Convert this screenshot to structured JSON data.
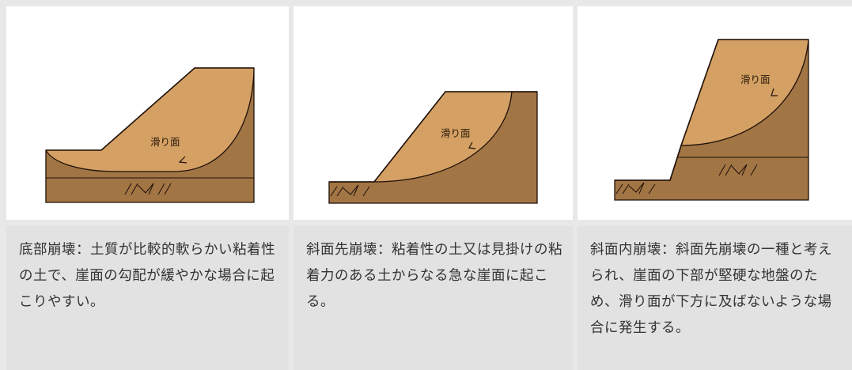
{
  "panels": [
    {
      "label": "滑り面",
      "caption": "底部崩壊：土質が比較的軟らかい粘着性の土で、崖面の勾配が緩やかな場合に起こりやすい。"
    },
    {
      "label": "滑り面",
      "caption": "斜面先崩壊：粘着性の土又は見掛けの粘着力のある土からなる急な崖面に起こる。"
    },
    {
      "label": "滑り面",
      "caption": "斜面内崩壊：斜面先崩壊の一種と考えられ、崖面の下部が堅硬な地盤のため、滑り面が下方に及ばないような場合に発生する。"
    }
  ],
  "colors": {
    "ground": "#a27545",
    "sliding_mass": "#d4a064",
    "line": "#1e1008",
    "caption_bg": "#e2e2e2",
    "figure_bg": "#ffffff"
  }
}
